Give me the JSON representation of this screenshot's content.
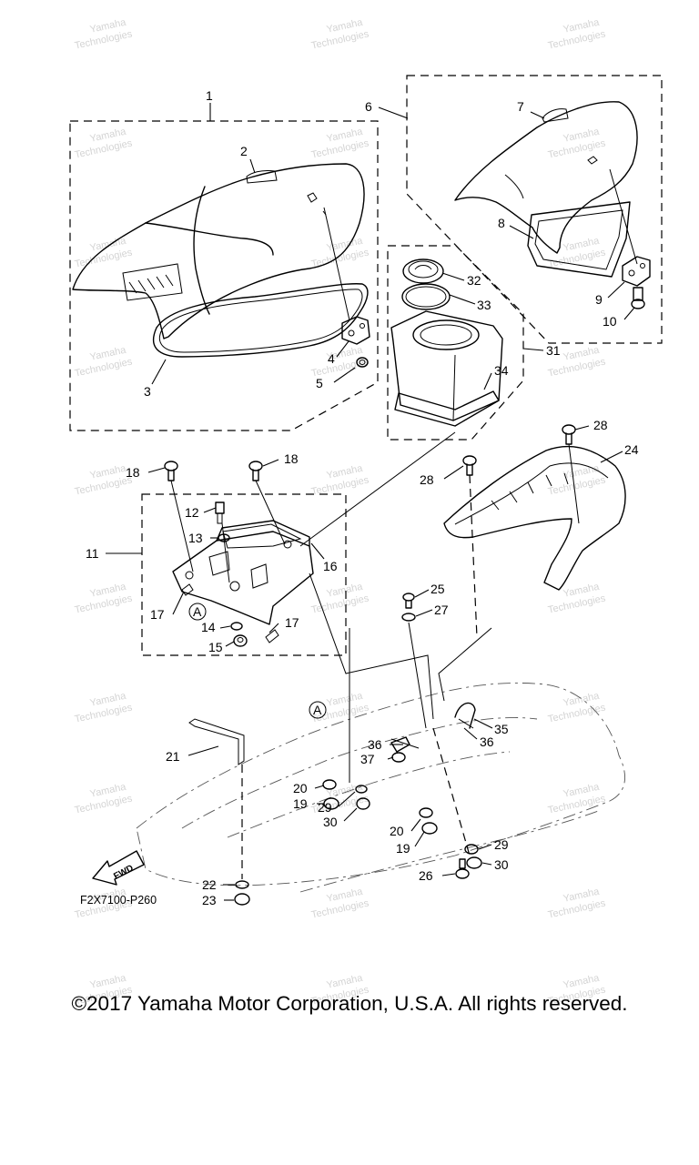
{
  "diagram": {
    "callouts": [
      {
        "id": "c1",
        "label": "1"
      },
      {
        "id": "c2",
        "label": "2"
      },
      {
        "id": "c3",
        "label": "3"
      },
      {
        "id": "c4",
        "label": "4"
      },
      {
        "id": "c5",
        "label": "5"
      },
      {
        "id": "c6",
        "label": "6"
      },
      {
        "id": "c7",
        "label": "7"
      },
      {
        "id": "c8",
        "label": "8"
      },
      {
        "id": "c9",
        "label": "9"
      },
      {
        "id": "c10",
        "label": "10"
      },
      {
        "id": "c11",
        "label": "11"
      },
      {
        "id": "c12",
        "label": "12"
      },
      {
        "id": "c13",
        "label": "13"
      },
      {
        "id": "c14",
        "label": "14"
      },
      {
        "id": "c15",
        "label": "15"
      },
      {
        "id": "c16",
        "label": "16"
      },
      {
        "id": "c17a",
        "label": "17"
      },
      {
        "id": "c17b",
        "label": "17"
      },
      {
        "id": "c18a",
        "label": "18"
      },
      {
        "id": "c18b",
        "label": "18"
      },
      {
        "id": "c19a",
        "label": "19"
      },
      {
        "id": "c19b",
        "label": "19"
      },
      {
        "id": "c20a",
        "label": "20"
      },
      {
        "id": "c20b",
        "label": "20"
      },
      {
        "id": "c21",
        "label": "21"
      },
      {
        "id": "c22",
        "label": "22"
      },
      {
        "id": "c23",
        "label": "23"
      },
      {
        "id": "c24",
        "label": "24"
      },
      {
        "id": "c25",
        "label": "25"
      },
      {
        "id": "c26",
        "label": "26"
      },
      {
        "id": "c27",
        "label": "27"
      },
      {
        "id": "c28a",
        "label": "28"
      },
      {
        "id": "c28b",
        "label": "28"
      },
      {
        "id": "c29a",
        "label": "29"
      },
      {
        "id": "c29b",
        "label": "29"
      },
      {
        "id": "c30a",
        "label": "30"
      },
      {
        "id": "c30b",
        "label": "30"
      },
      {
        "id": "c31",
        "label": "31"
      },
      {
        "id": "c32",
        "label": "32"
      },
      {
        "id": "c33",
        "label": "33"
      },
      {
        "id": "c34",
        "label": "34"
      },
      {
        "id": "c35",
        "label": "35"
      },
      {
        "id": "c36a",
        "label": "36"
      },
      {
        "id": "c36b",
        "label": "36"
      },
      {
        "id": "c37",
        "label": "37"
      }
    ],
    "reference_marks": [
      "A",
      "A"
    ],
    "direction_arrow": "FWD",
    "figure_code": "F2X7100-P260",
    "watermark": {
      "line1": "Yamaha",
      "line2": "Technologies"
    }
  },
  "copyright": "©2017 Yamaha Motor Corporation, U.S.A. All rights reserved."
}
